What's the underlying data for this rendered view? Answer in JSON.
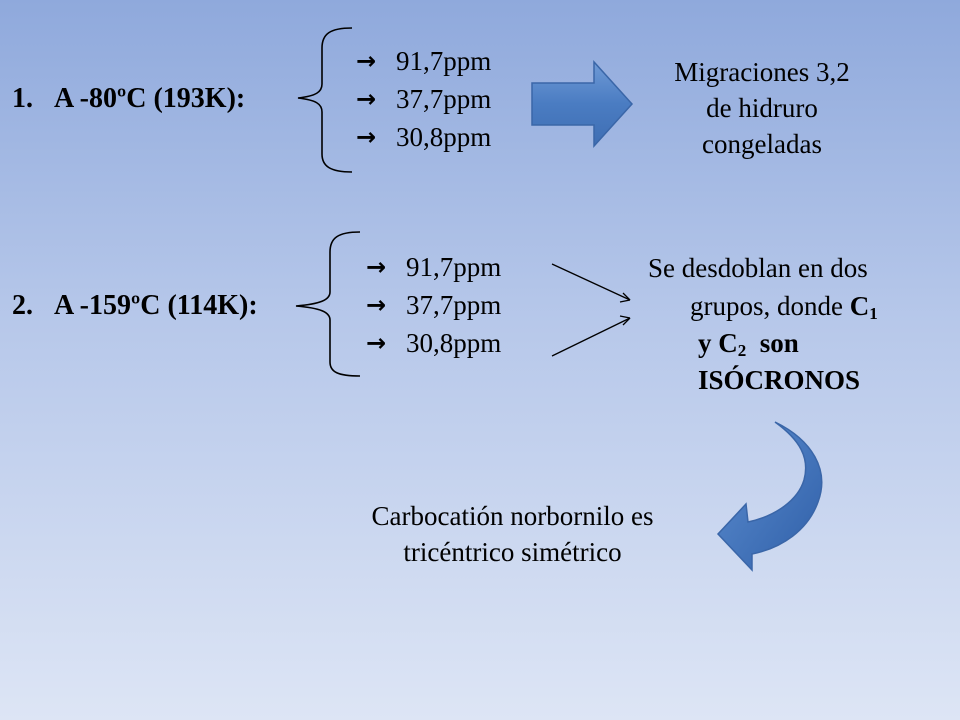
{
  "section1": {
    "number": "1.",
    "label": "A -80ºC (193K):",
    "values": [
      "91,7ppm",
      "37,7ppm",
      "30,8ppm"
    ],
    "result_lines": [
      "Migraciones 3,2",
      "de hidruro",
      "congeladas"
    ]
  },
  "section2": {
    "number": "2.",
    "label": "A -159ºC (114K):",
    "values": [
      "91,7ppm",
      "37,7ppm",
      "30,8ppm"
    ],
    "result": {
      "line1": "Se desdoblan en dos",
      "line2_text": "grupos, donde ",
      "c1": "C",
      "c1_sub": "1",
      "line3_y": "y ",
      "c2": "C",
      "c2_sub": "2",
      "line3_son": "son",
      "line4": "ISÓCRONOS"
    }
  },
  "conclusion_lines": [
    "Carbocatión norbornilo es",
    "tricéntrico simétrico"
  ],
  "arrow_glyph": "→",
  "colors": {
    "block_arrow_fill": "#4f7fc4",
    "block_arrow_stroke": "#3a66a8"
  }
}
